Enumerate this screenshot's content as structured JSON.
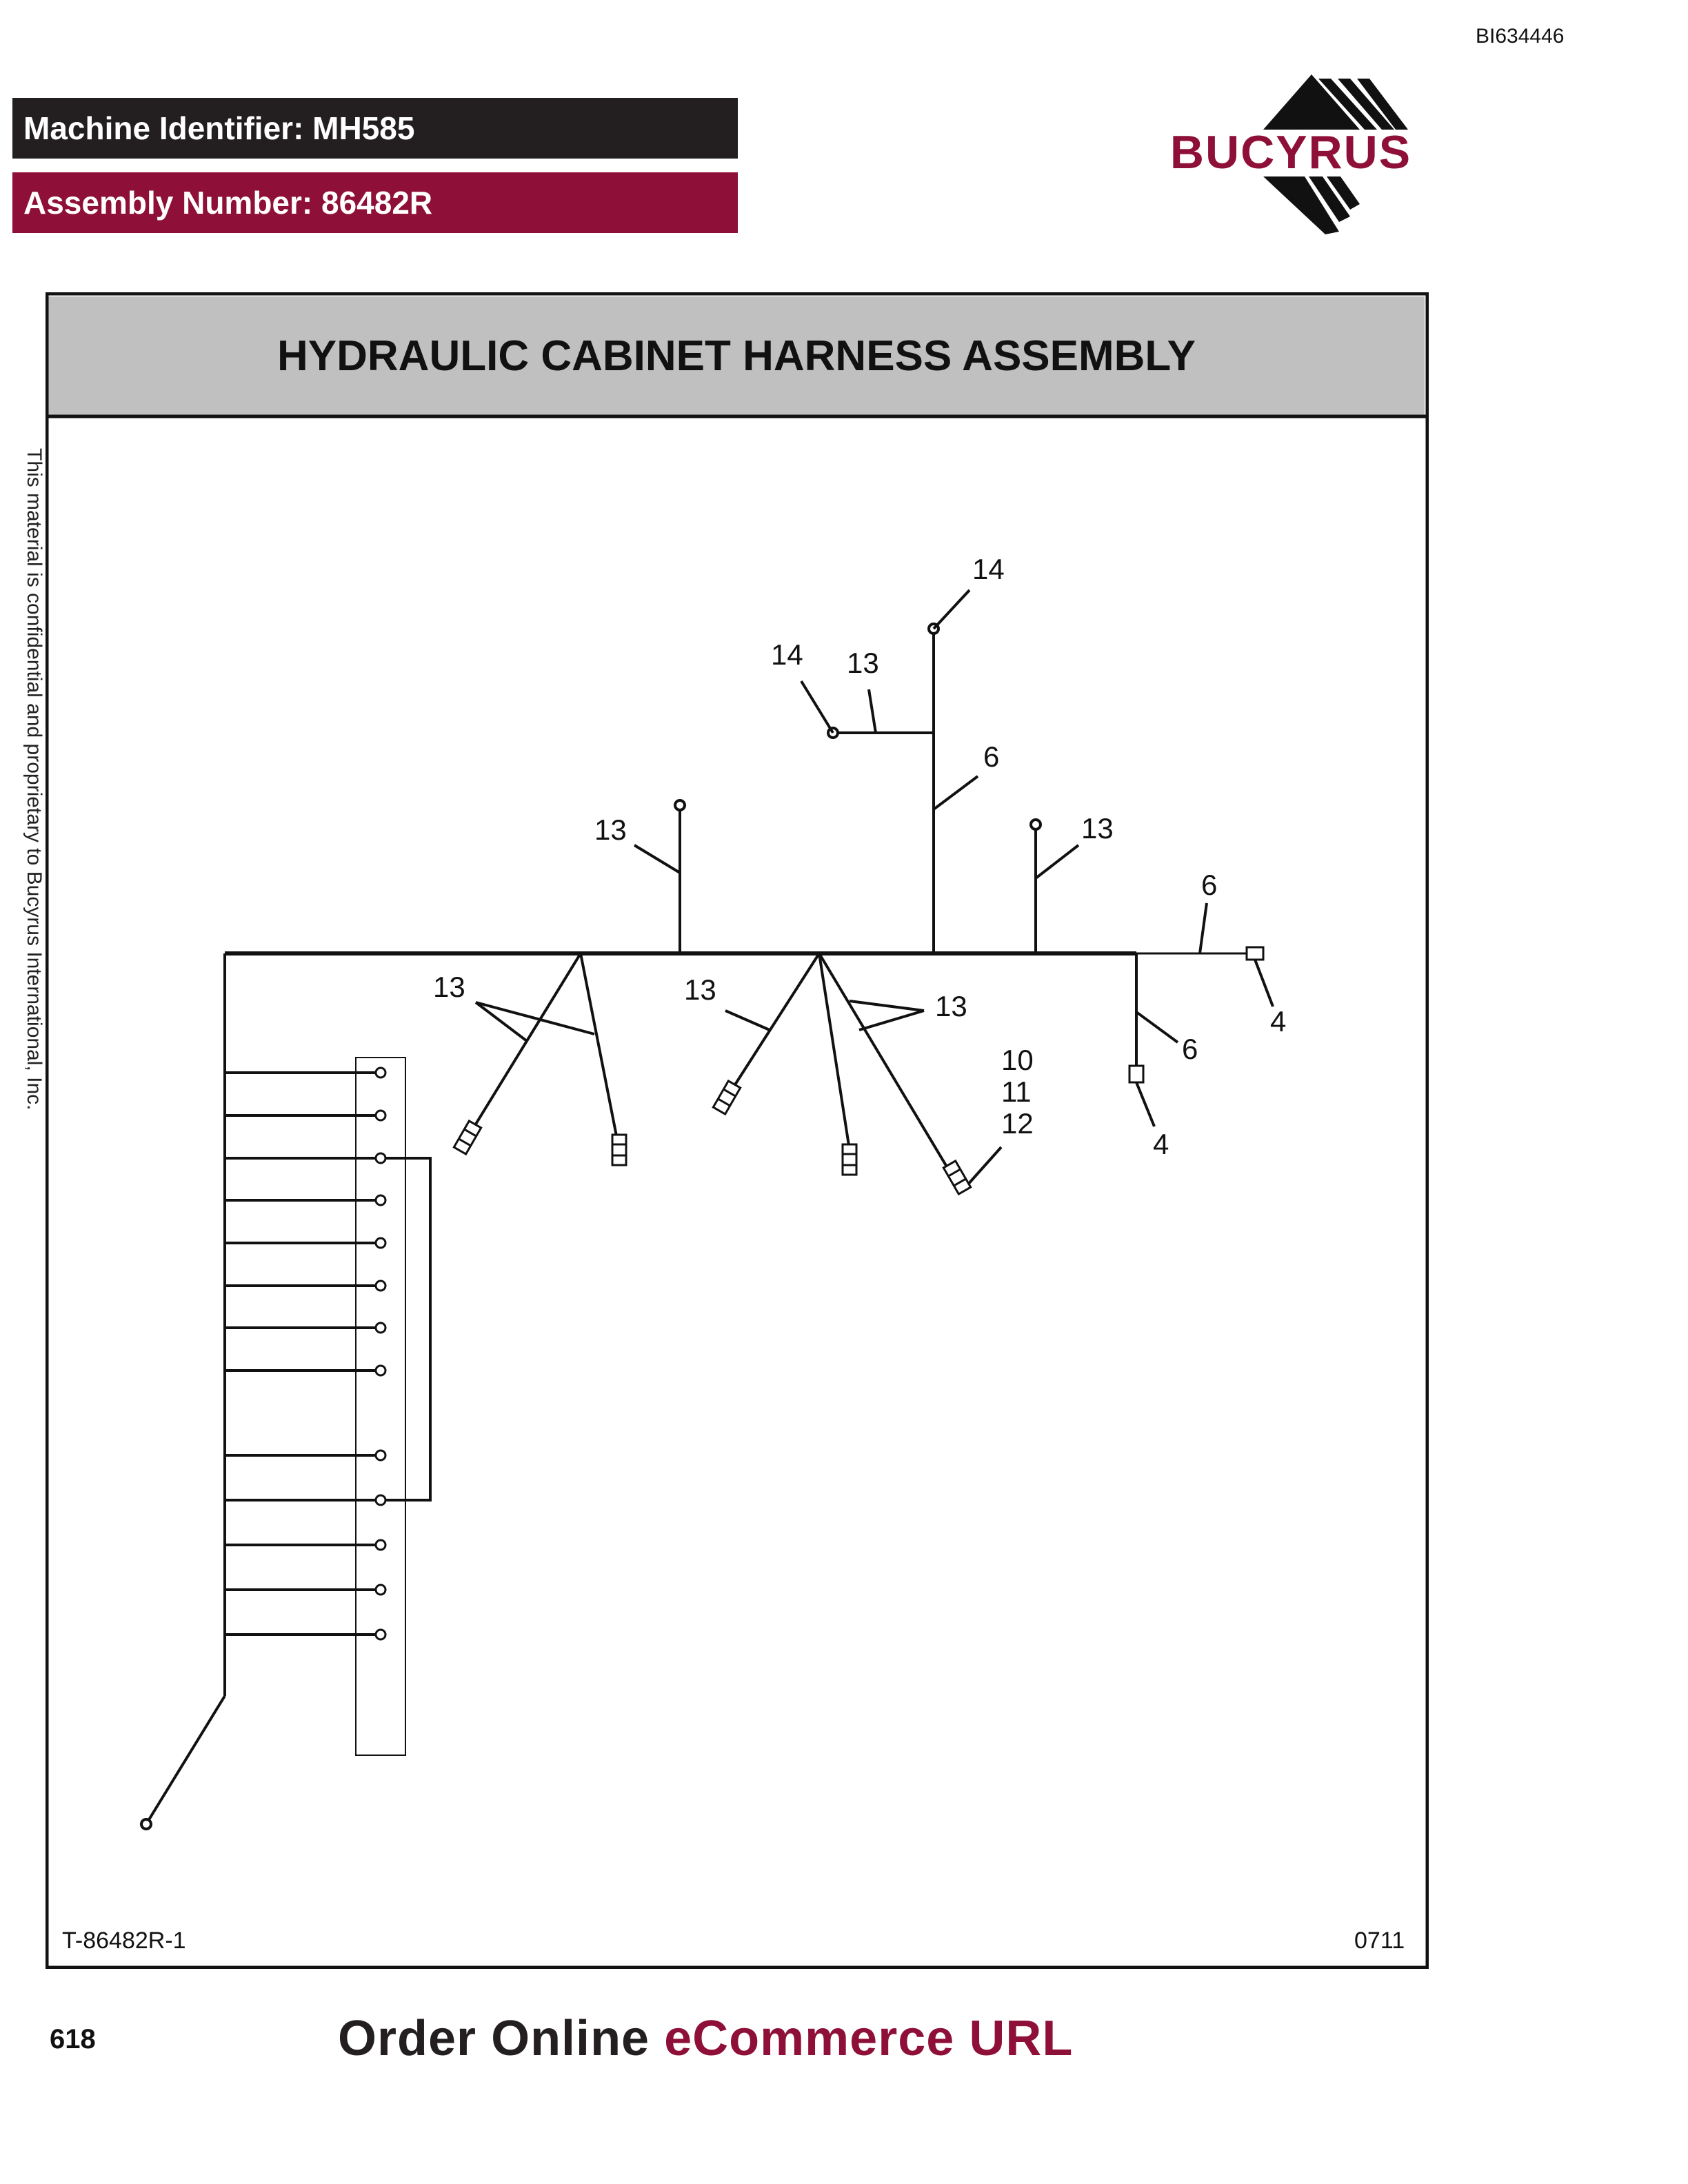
{
  "header": {
    "doc_id": "BI634446",
    "machine_identifier": "Machine Identifier: MH585",
    "assembly_number": "Assembly Number: 86482R",
    "logo_text": "BUCYRUS"
  },
  "title": "HYDRAULIC CABINET HARNESS ASSEMBLY",
  "side_notice": "This material is confidential and proprietary to Bucyrus International, Inc.",
  "diagram": {
    "callouts": [
      "14",
      "14",
      "13",
      "6",
      "13",
      "13",
      "6",
      "13",
      "13",
      "13",
      "4",
      "6",
      "4",
      "10",
      "11",
      "12"
    ],
    "drawing_number": "T-86482R-1",
    "revision": "0711"
  },
  "footer": {
    "page_number": "618",
    "order_part1": "Order Online",
    "order_part2": "eCommerce URL"
  },
  "colors": {
    "brand_maroon": "#8e0f37",
    "header_black": "#231f20",
    "title_band_gray": "#c0c0c0"
  }
}
